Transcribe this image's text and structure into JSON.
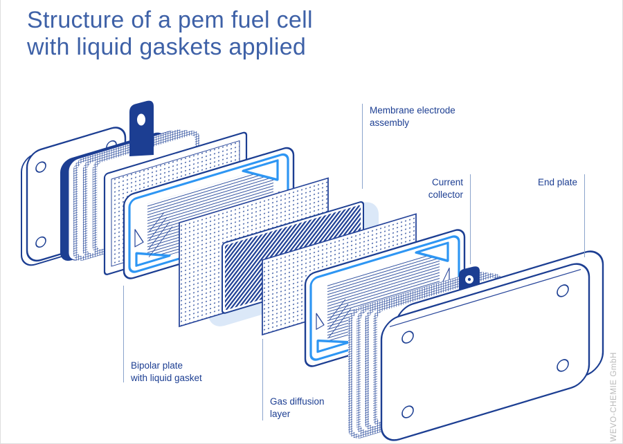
{
  "title": {
    "line1": "Structure of a pem fuel cell",
    "line2": "with liquid gaskets applied"
  },
  "labels": {
    "membrane_electrode_assembly": {
      "line1": "Membrane electrode",
      "line2": "assembly"
    },
    "current_collector": {
      "line1": "Current",
      "line2": "collector"
    },
    "end_plate": {
      "text": "End plate"
    },
    "bipolar_plate": {
      "line1": "Bipolar plate",
      "line2": "with liquid gasket"
    },
    "gas_diffusion_layer": {
      "line1": "Gas diffusion",
      "line2": "layer"
    }
  },
  "watermark": {
    "text": "WEVO-CHEMIE GmbH"
  },
  "colors": {
    "line_navy": "#1c3e92",
    "outline_navy": "#27459a",
    "gasket_blue": "#2e96f3",
    "glow_blue": "#dbe8f8",
    "title_blue": "#3e61a7",
    "label_blue": "#1c3e92",
    "leader_line": "#8aa3cc",
    "watermark_gray": "#b9b9b9"
  },
  "diagram_parts": [
    "end plate (left, rear)",
    "current collector stack with tab (left)",
    "bipolar plate with liquid gasket",
    "gas diffusion layer",
    "membrane electrode assembly",
    "gas diffusion layer",
    "bipolar plate with liquid gasket",
    "current collector stack with tab (right)",
    "end plate (right, front)"
  ]
}
